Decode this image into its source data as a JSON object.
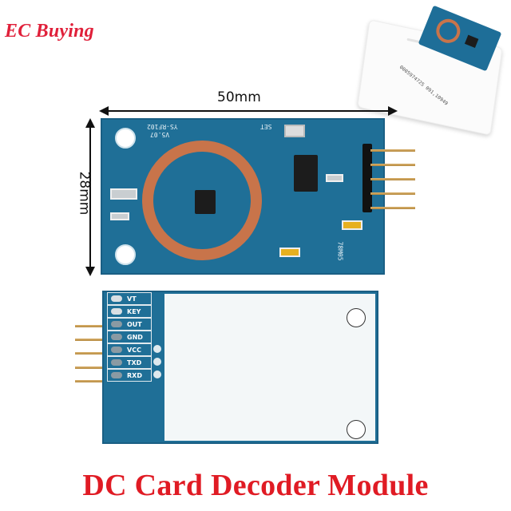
{
  "brand": {
    "name": "EC Buying",
    "color": "#e0203a"
  },
  "dimensions": {
    "width_label": "50mm",
    "height_label": "28mm"
  },
  "front_board": {
    "silkscreen_model": "YS-RF102",
    "silkscreen_version": "V5.07",
    "button_label": "SET",
    "regulator_label": "78M05",
    "header_pins": 5
  },
  "back_board": {
    "pin_labels": [
      "VT",
      "KEY",
      "OUT",
      "GND",
      "VCC",
      "TXD",
      "RXD"
    ]
  },
  "card": {
    "number_text": "0005974725 091,10949"
  },
  "product_title": {
    "text": "DC Card Decoder Module",
    "color": "#e01b24"
  },
  "colors": {
    "pcb": "#1f6f97",
    "coil": "#c8744a",
    "pin": "#c9a055"
  }
}
